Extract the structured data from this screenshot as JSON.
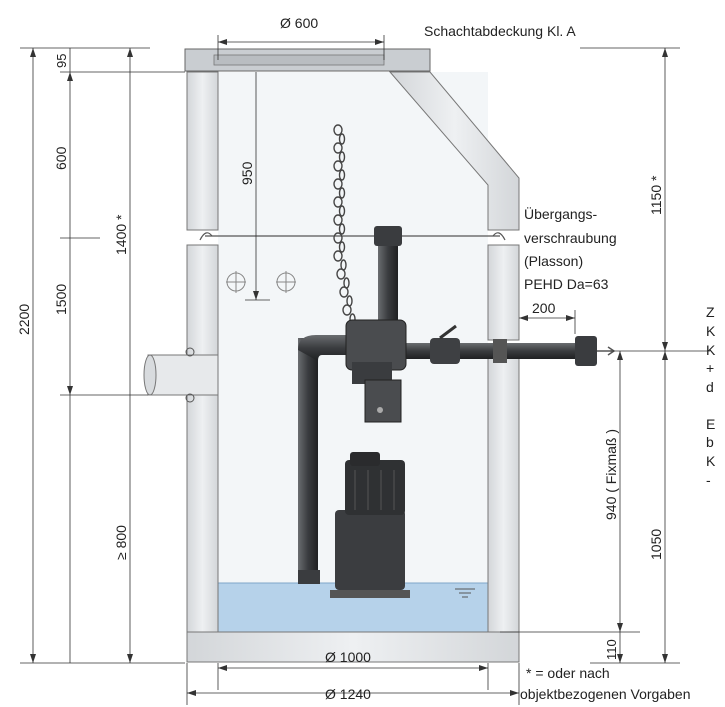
{
  "labels": {
    "cover": "Schachtabdeckung Kl. A",
    "d600": "Ø 600",
    "d1000": "Ø 1000",
    "d1240": "Ø 1240",
    "dim95": "95",
    "dim600": "600",
    "dim1400": "1400 *",
    "dim2200": "2200",
    "dim1500": "1500",
    "dim800": "≥ 800",
    "dim950": "950",
    "dim1150": "1150 *",
    "dim200": "200",
    "dim940": "940 ( Fixmaß )",
    "dim1050": "1050",
    "dim110": "110",
    "transition": [
      "Übergangs-",
      "verschraubung",
      "(Plasson)",
      "PEHD Da=63"
    ],
    "note_a": "Z",
    "note_b": "K",
    "note_c": "K",
    "note_d": "+",
    "note_e": "d",
    "note_f": "E",
    "note_g": "b",
    "note_h": "K",
    "note_i": "-",
    "footnote_1": "* = oder nach",
    "footnote_2": "objektbezogenen Vorgaben"
  },
  "colors": {
    "concrete": "#e6e8ea",
    "concrete_edge": "#7a7e82",
    "water": "#aecbe6",
    "pump": "#3b3d40",
    "interior": "#f6f8fa"
  }
}
